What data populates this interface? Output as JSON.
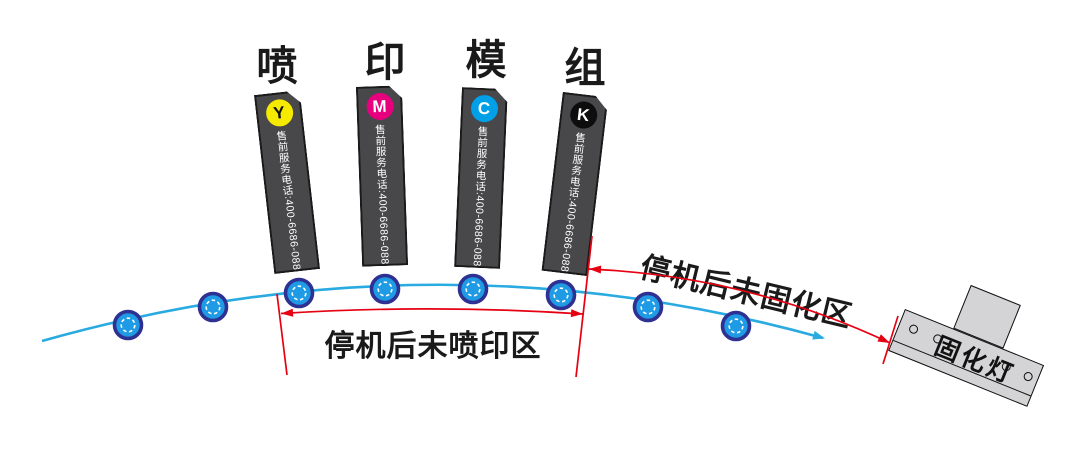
{
  "header": {
    "module_chars": [
      "喷",
      "印",
      "模",
      "组"
    ]
  },
  "printheads": [
    {
      "key": "Y",
      "letter": "Y",
      "circle_color": "#f6eb00",
      "letter_color": "#111111",
      "service_text": "售前服务电话:400-6686-088"
    },
    {
      "key": "M",
      "letter": "M",
      "circle_color": "#e6007e",
      "letter_color": "#ffffff",
      "service_text": "售前服务电话:400-6686-088"
    },
    {
      "key": "C",
      "letter": "C",
      "circle_color": "#00a0e9",
      "letter_color": "#ffffff",
      "service_text": "售前服务电话:400-6686-088"
    },
    {
      "key": "K",
      "letter": "K",
      "circle_color": "#0d0d0d",
      "letter_color": "#ffffff",
      "service_text": "售前服务电话:400-6686-088"
    }
  ],
  "annotations": {
    "unprinted_zone_label": "停机后未喷印区",
    "uncured_zone_label": "停机后未固化区"
  },
  "curing_lamp": {
    "label": "固化灯"
  },
  "rollers": {
    "count": 8
  },
  "colors": {
    "web_line": "#29abe2",
    "dimension_red": "#e60012",
    "roller_fill": "#1e9be4",
    "roller_ring": "#2e3192",
    "bar_fill": "#48484a",
    "lamp_fill": "#d4d4d6"
  }
}
